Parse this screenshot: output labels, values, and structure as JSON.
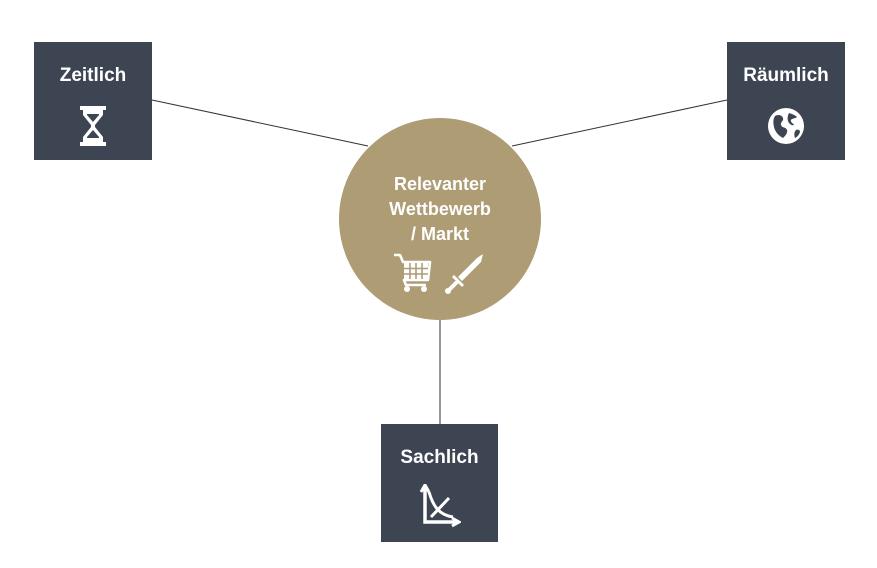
{
  "center": {
    "title_lines": [
      "Relevanter",
      "Wettbewerb",
      "/ Markt"
    ],
    "icons": [
      "shopping-cart-icon",
      "sword-icon"
    ],
    "color": "#ae9c74"
  },
  "dimensions": [
    {
      "label": "Zeitlich",
      "icon": "hourglass-icon"
    },
    {
      "label": "Räumlich",
      "icon": "globe-icon"
    },
    {
      "label": "Sachlich",
      "icon": "chart-axes-icon"
    }
  ],
  "colors": {
    "box": "#3d4452",
    "connector": "#333333",
    "text": "#ffffff"
  }
}
